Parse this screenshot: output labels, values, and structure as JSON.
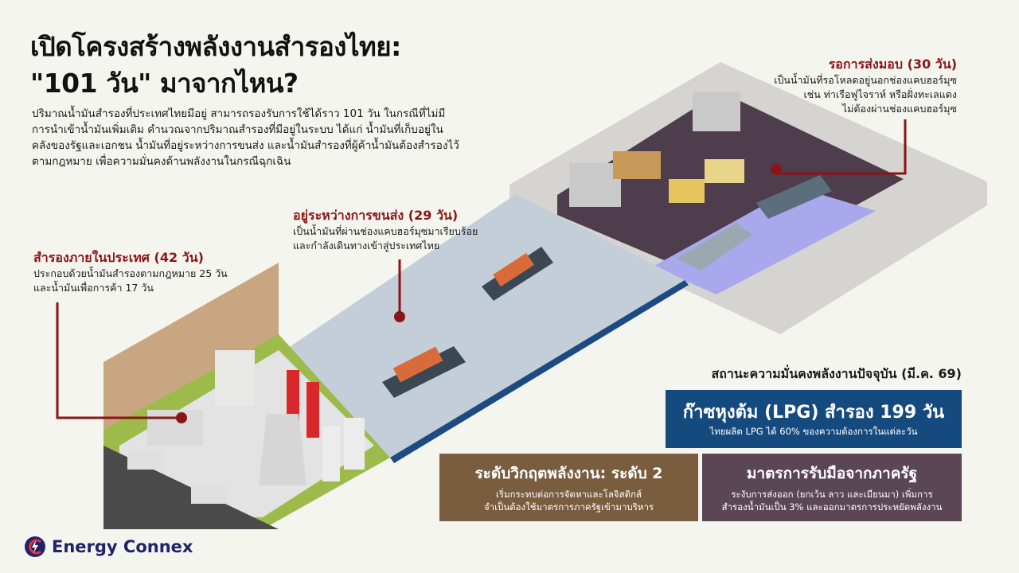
{
  "title": {
    "line1": "เปิดโครงสร้างพลังงานสำรองไทย:",
    "line2": "\"101 วัน\" มาจากไหน?"
  },
  "intro": "ปริมาณน้ำมันสำรองที่ประเทศไทยมีอยู่ สามารถรองรับการใช้ได้ราว 101 วัน ในกรณีที่ไม่มีการนำเข้าน้ำมันเพิ่มเติม คำนวณจากปริมาณสำรองที่มีอยู่ในระบบ ได้แก่ น้ำมันที่เก็บอยู่ในคลังของรัฐและเอกชน น้ำมันที่อยู่ระหว่างการขนส่ง และน้ำมันสำรองที่ผู้ค้าน้ำมันต้องสำรองไว้ตามกฎหมาย เพื่อความมั่นคงด้านพลังงานในกรณีฉุกเฉิน",
  "annotations": {
    "awaiting": {
      "title": "รอการส่งมอบ (30 วัน)",
      "lines": [
        "เป็นน้ำมันที่รอโหลดอยู่นอกช่องแคบฮอร์มุซ",
        "เช่น ท่าเรือฟูไจราห์ หรือฝั่งทะเลแดง",
        "ไม่ต้องผ่านช่องแคบฮอร์มุซ"
      ]
    },
    "in_transit": {
      "title": "อยู่ระหว่างการขนส่ง (29 วัน)",
      "lines": [
        "เป็นน้ำมันที่ผ่านช่องแคบฮอร์มุซมาเรียบร้อย",
        "และกำลังเดินทางเข้าสู่ประเทศไทย"
      ]
    },
    "domestic": {
      "title": "สำรองภายในประเทศ (42 วัน)",
      "lines": [
        "ประกอบด้วยน้ำมันสำรองตามกฎหมาย 25 วัน",
        "และน้ำมันเพื่อการค้า 17 วัน"
      ]
    }
  },
  "status": {
    "title": "สถานะความมั่นคงพลังงานปัจจุบัน (มี.ค. 69)",
    "lpg": {
      "title": "ก๊าซหุงต้ม (LPG) สำรอง 199 วัน",
      "desc": "ไทยผลิต LPG ได้ 60% ของความต้องการในแต่ละวัน"
    },
    "crisis": {
      "title": "ระดับวิกฤตพลังงาน: ระดับ 2",
      "lines": [
        "เริ่มกระทบต่อการจัดหาและโลจิสติกส์",
        "จำเป็นต้องใช้มาตรการภาครัฐเข้ามาบริหาร"
      ]
    },
    "gov": {
      "title": "มาตรการรับมือจากภาครัฐ",
      "lines": [
        "ระงับการส่งออก (ยกเว้น ลาว และเมียนมา) เพิ่มการ",
        "สำรองน้ำมันเป็น 3% และออกมาตรการประหยัดพลังงาน"
      ]
    }
  },
  "brand": "Energy Connex",
  "colors": {
    "accent": "#8b1515",
    "lpg": "#154a7e",
    "crisis": "#7a5c3e",
    "gov": "#5b4656",
    "brand": "#22226b"
  }
}
